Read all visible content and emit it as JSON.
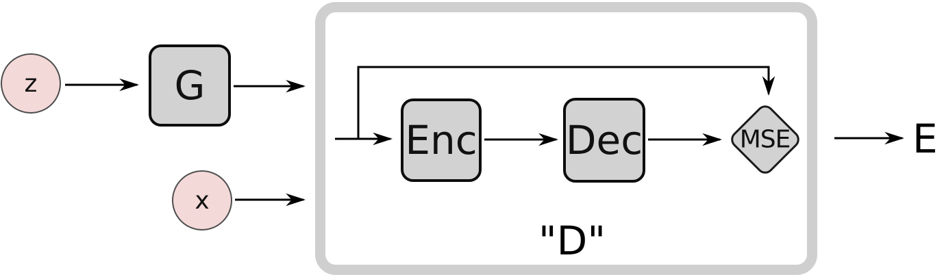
{
  "diagram": {
    "type": "architecture-flow-diagram",
    "colors": {
      "background": "#ffffff",
      "node_fill": "#d2d2d2",
      "node_border": "#0d0d0d",
      "input_fill": "#f4d9d9",
      "input_border": "#4d4d4d",
      "container_border": "#cfcfcf",
      "arrow": "#000000"
    },
    "nodes": {
      "z_input": {
        "label": "z",
        "shape": "circle"
      },
      "generator": {
        "label": "G",
        "shape": "rounded-square"
      },
      "x_input": {
        "label": "x",
        "shape": "circle"
      },
      "encoder": {
        "label": "Enc",
        "shape": "rounded-square"
      },
      "decoder": {
        "label": "Dec",
        "shape": "rounded-square"
      },
      "mse": {
        "label": "MSE",
        "shape": "diamond"
      },
      "container": {
        "label": "\"D\"",
        "shape": "rounded-container"
      },
      "output": {
        "label": "E",
        "shape": "text"
      }
    },
    "edges": [
      {
        "from": "z_input",
        "to": "generator",
        "arrow": true
      },
      {
        "from": "generator",
        "to": "container",
        "arrow": true
      },
      {
        "from": "x_input",
        "to": "container",
        "arrow": true
      },
      {
        "from": "container-input",
        "to": "encoder",
        "arrow": true
      },
      {
        "from": "container-input",
        "to": "mse",
        "arrow": true,
        "type": "skip-connection-over-top"
      },
      {
        "from": "encoder",
        "to": "decoder",
        "arrow": true
      },
      {
        "from": "decoder",
        "to": "mse",
        "arrow": true
      },
      {
        "from": "container",
        "to": "output",
        "arrow": true
      }
    ]
  }
}
